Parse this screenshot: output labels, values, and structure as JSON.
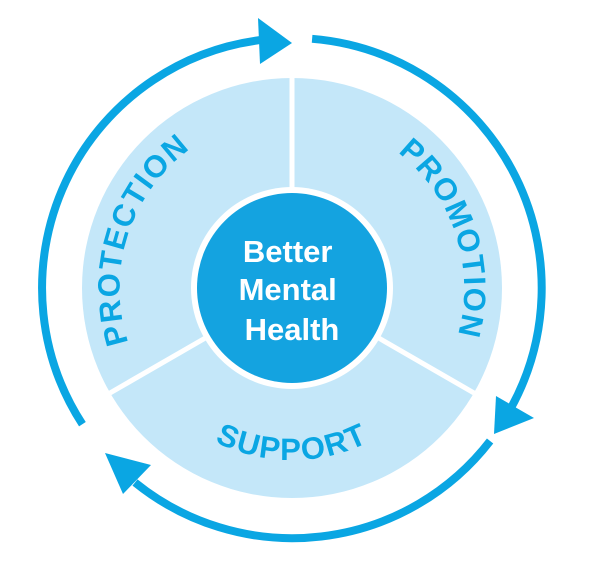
{
  "diagram": {
    "segments": [
      {
        "id": "protection",
        "label": "PROTECTION"
      },
      {
        "id": "promotion",
        "label": "PROMOTION"
      },
      {
        "id": "support",
        "label": "SUPPORT"
      }
    ],
    "center": {
      "lines": [
        "Better",
        "Mental",
        "Health"
      ]
    },
    "colors": {
      "ring_fill": "#c4e7f9",
      "accent": "#0aa6e3",
      "center_fill": "#14a3e0",
      "center_text": "#ffffff",
      "divider": "#ffffff",
      "background": "#ffffff"
    }
  }
}
